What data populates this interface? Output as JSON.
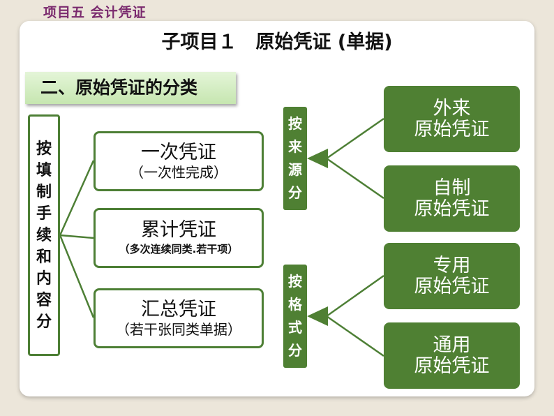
{
  "header": {
    "project_label": "项目五  会计凭证"
  },
  "title": "子项目１　原始凭证 (单据)",
  "section_heading": "二、原始凭证的分类",
  "left_column": {
    "chars": [
      "按",
      "填",
      "制",
      "手",
      "续",
      "和",
      "内",
      "容",
      "分"
    ]
  },
  "fill_categories": [
    {
      "name": "一次凭证",
      "note": "（一次性完成）"
    },
    {
      "name": "累计凭证",
      "note": "（多次连续同类.若干项）"
    },
    {
      "name": "汇总凭证",
      "note": "（若干张同类单据）"
    }
  ],
  "source_group": {
    "chars": [
      "按",
      "来",
      "源",
      "分"
    ],
    "items": [
      {
        "line1": "外来",
        "line2": "原始凭证"
      },
      {
        "line1": "自制",
        "line2": "原始凭证"
      }
    ]
  },
  "format_group": {
    "chars": [
      "按",
      "格",
      "式",
      "分"
    ],
    "items": [
      {
        "line1": "专用",
        "line2": "原始凭证"
      },
      {
        "line1": "通用",
        "line2": "原始凭证"
      }
    ]
  },
  "colors": {
    "accent_green": "#4f8033",
    "border_green": "#4d7f35",
    "header_purple": "#7a2a6e",
    "banner_green": "#c6e6b0"
  }
}
